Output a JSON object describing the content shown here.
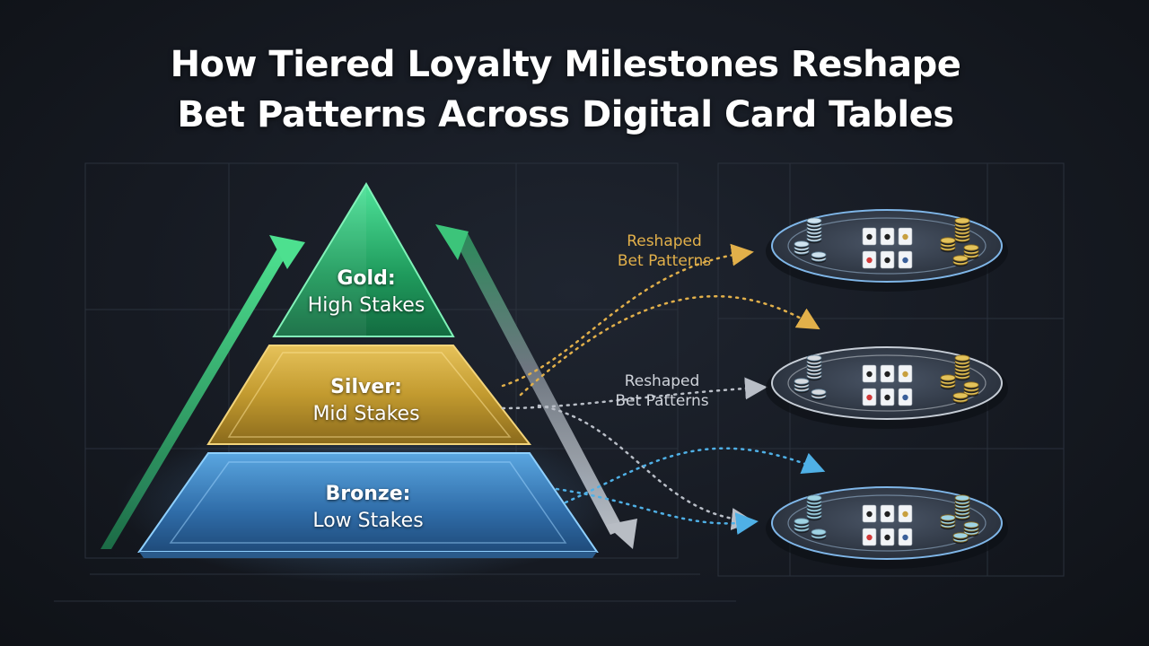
{
  "title": {
    "line1": "How Tiered Loyalty Milestones Reshape",
    "line2": "Bet Patterns Across Digital Card Tables"
  },
  "tiers": [
    {
      "name": "Gold:",
      "stakes": "High Stakes",
      "color": "#2fae6a"
    },
    {
      "name": "Silver:",
      "stakes": "Mid Stakes",
      "color": "#c9a233"
    },
    {
      "name": "Bronze:",
      "stakes": "Low Stakes",
      "color": "#3f7fbf"
    }
  ],
  "flow_labels": [
    {
      "line1": "Reshaped",
      "line2": "Bet Patterns",
      "color": "#e2b04a"
    },
    {
      "line1": "Reshaped",
      "line2": "Bet Patterns",
      "color": "#cfd3da"
    }
  ],
  "colors": {
    "gold_flow": "#e2b04a",
    "silver_flow": "#b9bec7",
    "bronze_flow": "#4fb0e6",
    "up_arrow": "#3cc47a",
    "down_arrow": "#9aa0a8"
  },
  "icons": [
    "poker-table-icon",
    "chip-stack-icon",
    "playing-card-icon"
  ]
}
